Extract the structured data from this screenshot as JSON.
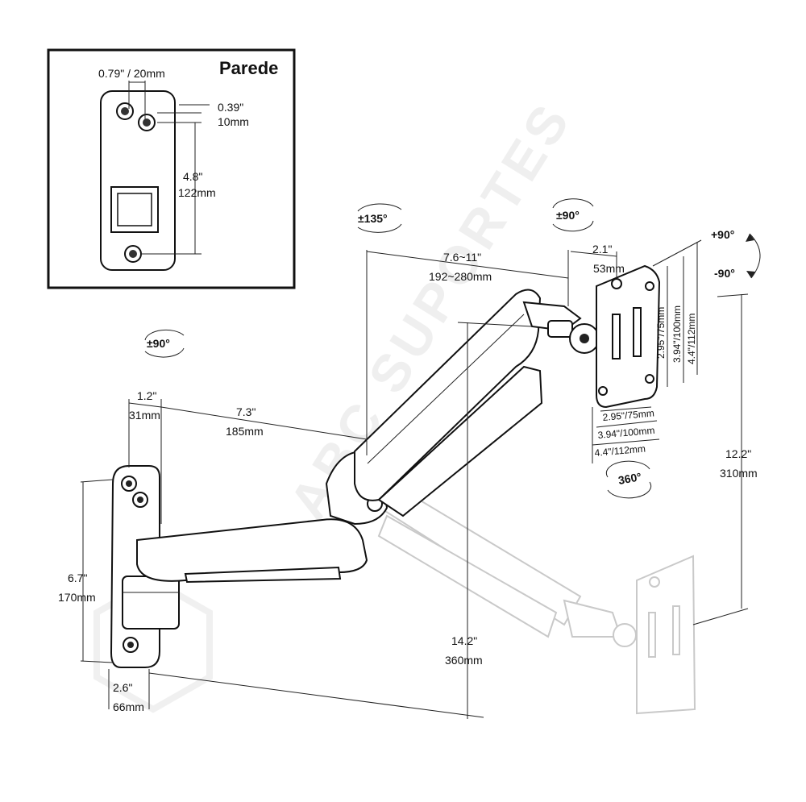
{
  "inset": {
    "title": "Parede",
    "hole_spacing_in": "0.79\" / 20mm",
    "hole_offset_in": "0.39\"",
    "hole_offset_mm": "10mm",
    "height_in": "4.8\"",
    "height_mm": "122mm"
  },
  "rotations": {
    "arm_base": "±90°",
    "arm_joint": "±135°",
    "head_swivel": "±90°",
    "tilt_up": "+90°",
    "tilt_down": "-90°",
    "rotate": "360°"
  },
  "dimensions": {
    "base_depth_in": "1.2\"",
    "base_depth_mm": "31mm",
    "lower_arm_in": "7.3\"",
    "lower_arm_mm": "185mm",
    "upper_arm_in": "7.6~11\"",
    "upper_arm_mm": "192~280mm",
    "head_in": "2.1\"",
    "head_mm": "53mm",
    "plate_height_in": "6.7\"",
    "plate_height_mm": "170mm",
    "plate_width_in": "2.6\"",
    "plate_width_mm": "66mm",
    "drop_in": "14.2\"",
    "drop_mm": "360mm",
    "height_range_in": "12.2\"",
    "height_range_mm": "310mm",
    "vesa_1": "2.95\"/75mm",
    "vesa_2": "3.94\"/100mm",
    "vesa_3": "4.4\"/112mm"
  },
  "watermark": "ABC SUPORTES"
}
